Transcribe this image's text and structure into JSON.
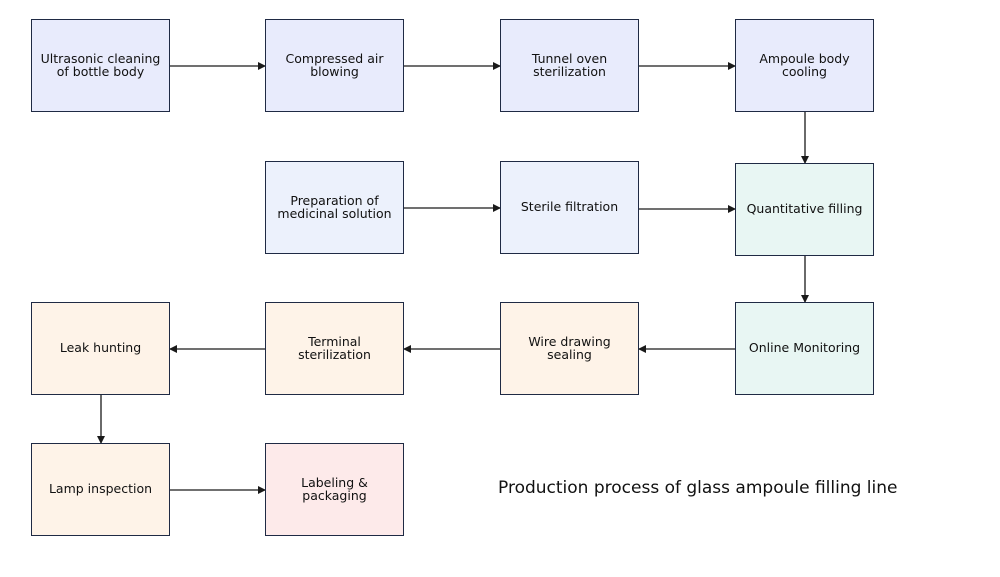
{
  "diagram": {
    "title": "Production process of glass ampoule filling line",
    "colors": {
      "wash_stage": "#e8ebfc",
      "solution_stage": "#ecf1fc",
      "filling_stage": "#e8f6f3",
      "sealing_stage": "#fef3e8",
      "packaging_stage": "#fdeaea",
      "border": "#1f2a44",
      "arrow": "#1a1a1a"
    },
    "nodes": [
      {
        "id": "ultrasonic",
        "label": "Ultrasonic cleaning of bottle body",
        "stage": "wash_stage"
      },
      {
        "id": "compressed",
        "label": "Compressed air blowing",
        "stage": "wash_stage"
      },
      {
        "id": "tunnel",
        "label": "Tunnel oven sterilization",
        "stage": "wash_stage"
      },
      {
        "id": "cooling",
        "label": "Ampoule body cooling",
        "stage": "wash_stage"
      },
      {
        "id": "preparation",
        "label": "Preparation of medicinal solution",
        "stage": "solution_stage"
      },
      {
        "id": "filtration",
        "label": "Sterile filtration",
        "stage": "solution_stage"
      },
      {
        "id": "filling",
        "label": "Quantitative filling",
        "stage": "filling_stage"
      },
      {
        "id": "monitoring",
        "label": "Online Monitoring",
        "stage": "filling_stage"
      },
      {
        "id": "sealing",
        "label": "Wire drawing sealing",
        "stage": "sealing_stage"
      },
      {
        "id": "terminal",
        "label": "Terminal sterilization",
        "stage": "sealing_stage"
      },
      {
        "id": "leak",
        "label": "Leak hunting",
        "stage": "sealing_stage"
      },
      {
        "id": "lamp",
        "label": "Lamp inspection",
        "stage": "sealing_stage"
      },
      {
        "id": "labeling",
        "label": "Labeling & packaging",
        "stage": "packaging_stage"
      }
    ],
    "edges": [
      {
        "from": "ultrasonic",
        "to": "compressed"
      },
      {
        "from": "compressed",
        "to": "tunnel"
      },
      {
        "from": "tunnel",
        "to": "cooling"
      },
      {
        "from": "cooling",
        "to": "filling"
      },
      {
        "from": "preparation",
        "to": "filtration"
      },
      {
        "from": "filtration",
        "to": "filling"
      },
      {
        "from": "filling",
        "to": "monitoring"
      },
      {
        "from": "monitoring",
        "to": "sealing"
      },
      {
        "from": "sealing",
        "to": "terminal"
      },
      {
        "from": "terminal",
        "to": "leak"
      },
      {
        "from": "leak",
        "to": "lamp"
      },
      {
        "from": "lamp",
        "to": "labeling"
      }
    ]
  }
}
